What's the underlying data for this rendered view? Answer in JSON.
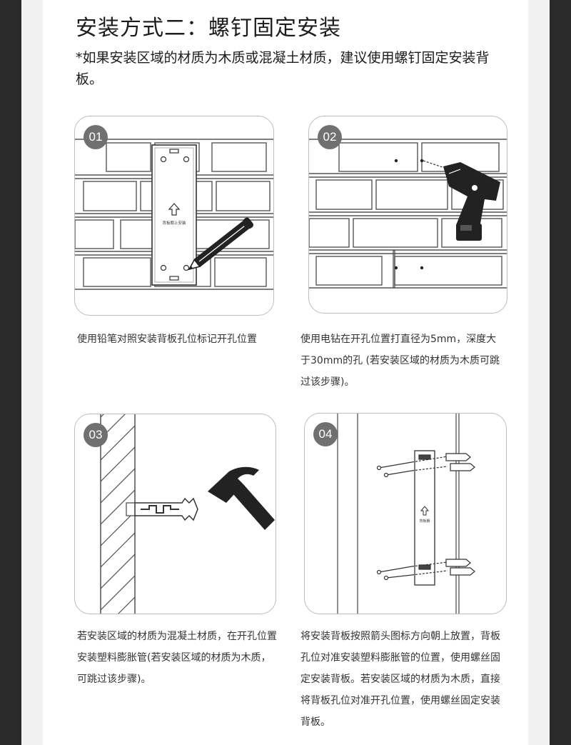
{
  "title": "安装方式二：螺钉固定安装",
  "note": "*如果安装区域的材质为木质或混凝土材质，建议使用螺钉固定安装背板。",
  "steps": [
    {
      "num": "01",
      "caption": "使用铅笔对照安装背板孔位标记开孔位置",
      "plate_label": "背板朝上安装"
    },
    {
      "num": "02",
      "caption": "使用电钻在开孔位置打直径为5mm，深度大于30mm的孔 (若安装区域的材质为木质可跳过该步骤)。"
    },
    {
      "num": "03",
      "caption": "若安装区域的材质为混凝土材质，在开孔位置安装塑料膨胀管(若安装区域的材质为木质，可跳过该步骤)。"
    },
    {
      "num": "04",
      "caption": "将安装背板按照箭头图标方向朝上放置，背板孔位对准安装塑料膨胀管的位置，使用螺丝固定安装背板。若安装区域的材质为木质，直接将背板孔位对准开孔位置，使用螺丝固定安装背板。",
      "plate_label": "背板朝"
    }
  ]
}
